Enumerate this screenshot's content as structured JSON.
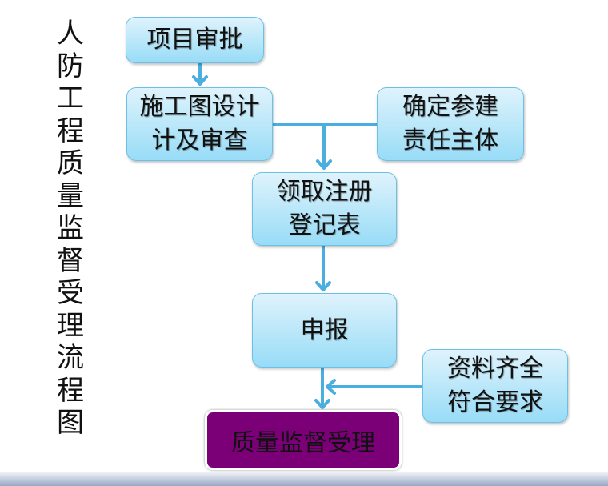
{
  "title": "人防工程质量监督受理流程图",
  "nodes": {
    "project_approval": "项目审批",
    "design_review": [
      "施工图设计",
      "计及审查"
    ],
    "responsible_parties": [
      "确定参建",
      "责任主体"
    ],
    "registration_form": [
      "领取注册",
      "登记表"
    ],
    "declare": "申报",
    "documents_complete": [
      "资料齐全",
      "符合要求"
    ],
    "acceptance": "质量监督受理"
  },
  "colors": {
    "arrow": "#4aaee0",
    "box_border": "#6cc0e6",
    "acceptance_fill": "#7b0078"
  }
}
